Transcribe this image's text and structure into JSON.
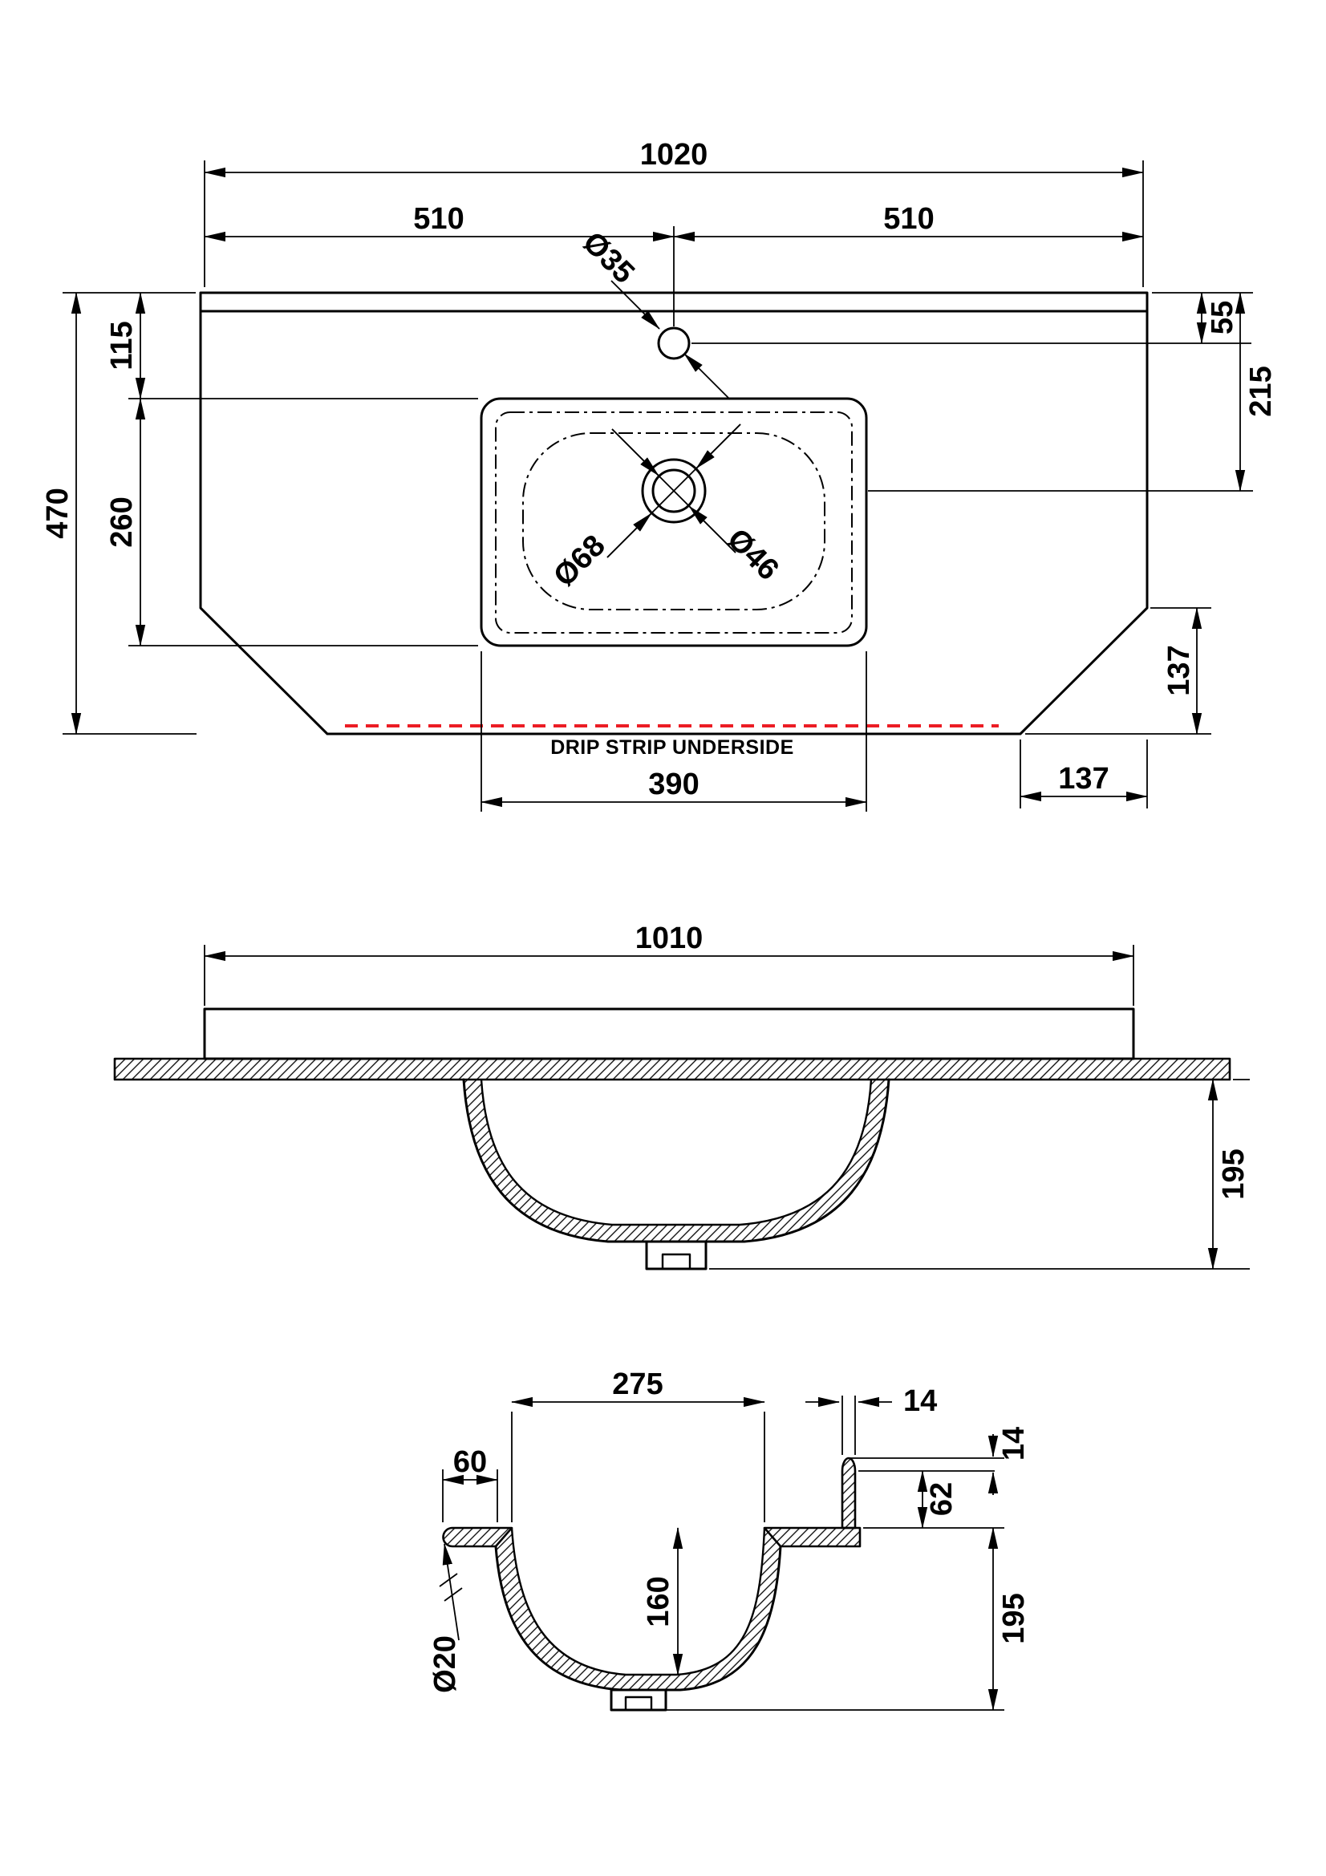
{
  "plan": {
    "overall_width": "1020",
    "left_half": "510",
    "right_half": "510",
    "tap_hole_dia": "Ø35",
    "overall_depth": "470",
    "edge_to_bowl": "115",
    "bowl_cutout_depth": "260",
    "edge_to_tap": "55",
    "edge_to_waste": "215",
    "chamfer_depth": "137",
    "waste_outer_dia": "Ø68",
    "waste_inner_dia": "Ø46",
    "drip_note": "DRIP STRIP UNDERSIDE",
    "bowl_cutout_width": "390",
    "chamfer_width": "137"
  },
  "front": {
    "overall_width": "1010",
    "overall_depth": "195"
  },
  "side": {
    "bowl_top_width": "275",
    "upstand_thickness": "14",
    "front_overhang": "60",
    "upstand_height": "62",
    "upstand_cap_height": "14",
    "bowl_depth": "160",
    "overall_depth": "195",
    "front_edge_dia": "Ø20"
  },
  "colors": {
    "lines": "#000000",
    "drip_strip": "#ec1c24",
    "background": "#ffffff"
  }
}
